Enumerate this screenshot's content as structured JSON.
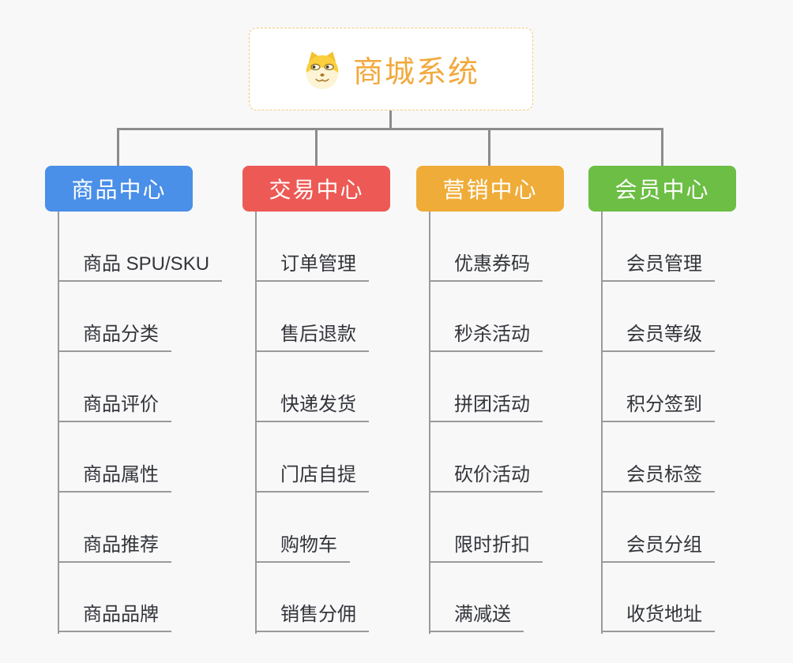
{
  "root": {
    "title": "商城系统",
    "icon": "doge-icon"
  },
  "colors": {
    "background": "#f8f8f9",
    "root_border": "#f3c873",
    "root_text": "#f2a93c",
    "connector": "#8c8c8c",
    "leaf_text": "#33353a",
    "leaf_underline": "#9a9a9a"
  },
  "branches": [
    {
      "label": "商品中心",
      "color": "#4a8fe8",
      "items": [
        "商品 SPU/SKU",
        "商品分类",
        "商品评价",
        "商品属性",
        "商品推荐",
        "商品品牌"
      ]
    },
    {
      "label": "交易中心",
      "color": "#ed5a55",
      "items": [
        "订单管理",
        "售后退款",
        "快递发货",
        "门店自提",
        "购物车",
        "销售分佣"
      ]
    },
    {
      "label": "营销中心",
      "color": "#efac38",
      "items": [
        "优惠券码",
        "秒杀活动",
        "拼团活动",
        "砍价活动",
        "限时折扣",
        "满减送"
      ]
    },
    {
      "label": "会员中心",
      "color": "#6cbe45",
      "items": [
        "会员管理",
        "会员等级",
        "积分签到",
        "会员标签",
        "会员分组",
        "收货地址"
      ]
    }
  ]
}
